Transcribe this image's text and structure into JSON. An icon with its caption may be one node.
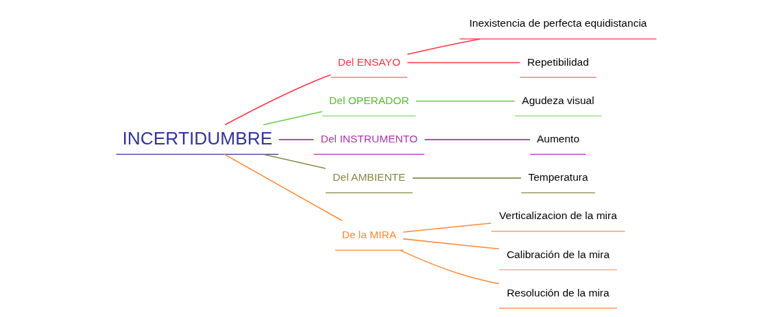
{
  "diagram": {
    "nodes": [
      {
        "text": [
          "INCERTIDUMBRE"
        ]
      },
      {
        "text": [
          "Del ENSAYO"
        ]
      },
      {
        "text": [
          "Inexistencia de perfecta equidistancia"
        ]
      },
      {
        "text": [
          "Repetibilidad"
        ]
      },
      {
        "text": [
          "Del OPERADOR"
        ]
      },
      {
        "text": [
          "Agudeza visual"
        ]
      },
      {
        "text": [
          "Del INSTRUMENTO"
        ]
      },
      {
        "text": [
          "Aumento"
        ]
      },
      {
        "text": [
          "Del AMBIENTE"
        ]
      },
      {
        "text": [
          "Temperatura"
        ]
      },
      {
        "text": [
          "De la MIRA"
        ]
      },
      {
        "text": [
          "Verticalizacion de la mira"
        ]
      },
      {
        "text": [
          "Calibración de la mira"
        ]
      },
      {
        "text": [
          "Resolución de la mira"
        ]
      }
    ],
    "edges": [
      {
        "from": 0,
        "to": 1,
        "arrow": "none",
        "color": "#ff3344"
      },
      {
        "from": 1,
        "to": 2,
        "arrow": "none",
        "color": "#ff3344"
      },
      {
        "from": 1,
        "to": 3,
        "arrow": "none",
        "color": "#ff3344"
      },
      {
        "from": 0,
        "to": 4,
        "arrow": "none",
        "color": "#66cc44"
      },
      {
        "from": 4,
        "to": 5,
        "arrow": "none",
        "color": "#66cc44"
      },
      {
        "from": 0,
        "to": 6,
        "arrow": "none",
        "color": "#aa33aa"
      },
      {
        "from": 6,
        "to": 7,
        "arrow": "none",
        "color": "#aa33aa"
      },
      {
        "from": 0,
        "to": 8,
        "arrow": "none",
        "color": "#888844"
      },
      {
        "from": 8,
        "to": 9,
        "arrow": "none",
        "color": "#888844"
      },
      {
        "from": 0,
        "to": 10,
        "arrow": "none",
        "color": "#ff8833"
      },
      {
        "from": 10,
        "to": 11,
        "arrow": "none",
        "color": "#ff8833"
      },
      {
        "from": 10,
        "to": 12,
        "arrow": "none",
        "color": "#ff8833"
      },
      {
        "from": 10,
        "to": 13,
        "arrow": "none",
        "color": "#ff8833"
      }
    ]
  }
}
